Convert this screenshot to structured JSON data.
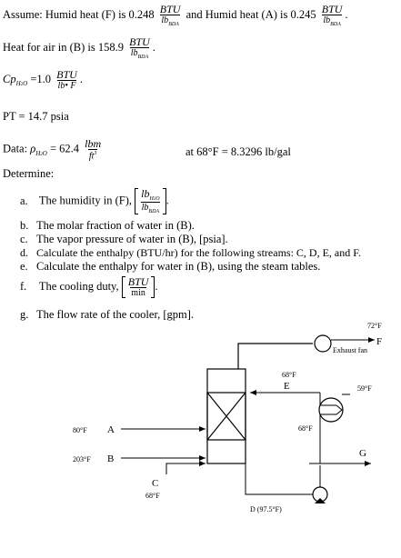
{
  "assume": {
    "prefix": "Assume: Humid heat (F) is 0.248",
    "mid": "and Humid heat (A) is 0.245",
    "unit_num": "BTU",
    "unit_den": "lb",
    "unit_den_sub": "BDA",
    "end": "."
  },
  "heat_air": {
    "text": "Heat for air in (B) is 158.9",
    "unit_num": "BTU",
    "unit_den": "lb",
    "unit_den_sub": "BDA",
    "end": "."
  },
  "cp": {
    "lhs": "Cp",
    "lhs_sub": "H",
    "lhs_sub2": "2",
    "lhs_sub3": "O",
    "eq": "=1.0",
    "unit_num": "BTU",
    "unit_den": "lb• F",
    "end": "."
  },
  "pt": {
    "text": "PT = 14.7 psia"
  },
  "data": {
    "label": "Data:",
    "rho": "ρ",
    "rho_sub": "H",
    "rho_sub2": "2",
    "rho_sub3": "O",
    "eq": "= 62.4",
    "unit_num": "lbm",
    "unit_den": "ft",
    "unit_den_sup": "3",
    "right": "at 68°F = 8.3296 lb/gal"
  },
  "determine": "Determine:",
  "items": {
    "a": {
      "marker": "a.",
      "text": "The humidity in (F),",
      "num": "lb",
      "num_sub": "H",
      "num_sub2": "2",
      "num_sub3": "O",
      "den": "lb",
      "den_sub": "BDA",
      "end": "."
    },
    "b": {
      "marker": "b.",
      "text": "The molar fraction of water in (B)."
    },
    "c": {
      "marker": "c.",
      "text": "The vapor pressure of water in (B), [psia]."
    },
    "d": {
      "marker": "d.",
      "text": "Calculate the enthalpy (BTU/hr) for the following streams: C, D, E, and F."
    },
    "e": {
      "marker": "e.",
      "text": "Calculate the enthalpy for water in (B), using the steam tables."
    },
    "f": {
      "marker": "f.",
      "text": "The cooling duty,",
      "num": "BTU",
      "den": "min",
      "end": "."
    },
    "g": {
      "marker": "g.",
      "text": "The flow rate of the cooler, [gpm]."
    }
  },
  "diagram": {
    "temp_72": "72°F",
    "label_F": "F",
    "exhaust_fan": "Exhaust fan",
    "temp_68_E": "68°F",
    "label_E": "E",
    "temp_59": "59°F",
    "temp_68_hx": "68°F",
    "temp_80": "80°F",
    "label_A": "A",
    "temp_203": "203°F",
    "label_B": "B",
    "label_G": "G",
    "label_C": "C",
    "temp_68_C": "68°F",
    "label_D": "D (97.5°F)"
  }
}
